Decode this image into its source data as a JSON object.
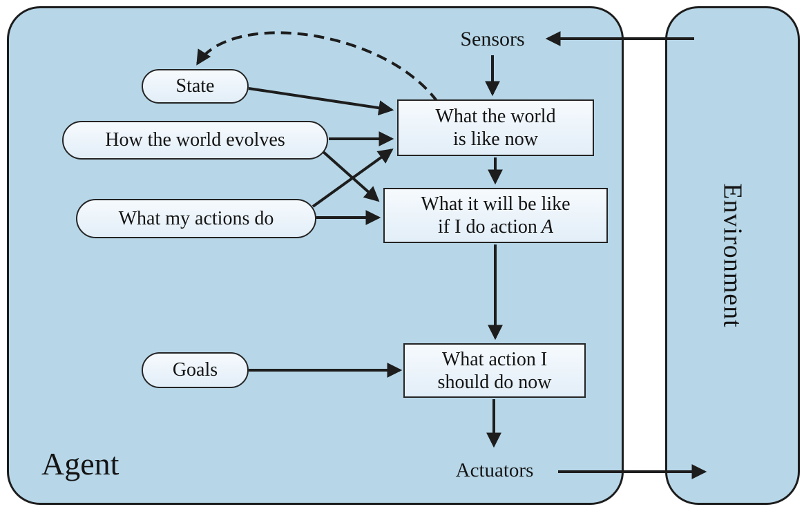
{
  "labels": {
    "agent": "Agent",
    "environment": "Environment",
    "sensors": "Sensors",
    "actuators": "Actuators"
  },
  "ovals": {
    "state": {
      "label": "State"
    },
    "evolves": {
      "label": "How the world evolves"
    },
    "actions": {
      "label": "What my actions do"
    },
    "goals": {
      "label": "Goals"
    }
  },
  "boxes": {
    "world_now": {
      "line1": "What the world",
      "line2": "is like now"
    },
    "world_if": {
      "line1": "What it will be like",
      "line2": "if I do action",
      "variable": "A"
    },
    "action_now": {
      "line1": "What action I",
      "line2": "should do now"
    }
  },
  "colors": {
    "agent_fill": "#b7d7e8",
    "node_fill_top": "#f6fafd",
    "node_fill_bottom": "#e2eef8",
    "stroke": "#1d1d1d",
    "page_bg": "#ffffff"
  }
}
